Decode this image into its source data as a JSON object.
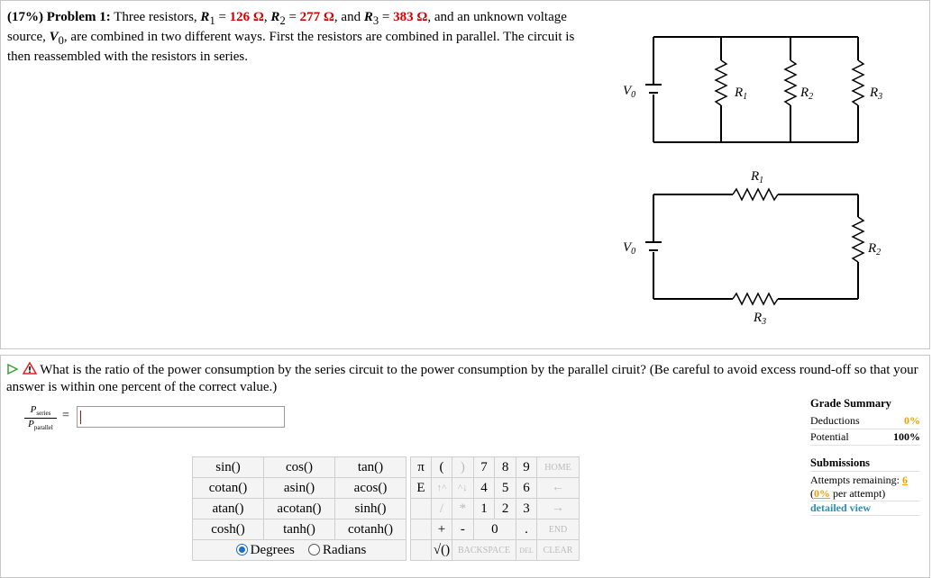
{
  "problem": {
    "percent": "(17%)",
    "label": "Problem 1:",
    "t1": "Three resistors,",
    "r1_sym": "R",
    "r1_sub": "1",
    "r1_val": "126 Ω",
    "r2_sym": "R",
    "r2_sub": "2",
    "r2_val": "277 Ω",
    "and": ", and",
    "r3_sym": "R",
    "r3_sub": "3",
    "r3_val": "383 Ω",
    "t2": ", and an unknown voltage source,",
    "v_sym": "V",
    "v_sub": "0",
    "t3": ", are combined in two different ways. First the resistors are combined in parallel. The circuit is then reassembled with the resistors in series."
  },
  "circuit_labels": {
    "v0": "V",
    "v0_sub": "0",
    "r": "R",
    "sub1": "1",
    "sub2": "2",
    "sub3": "3"
  },
  "question": {
    "text": "What is the ratio of the power consumption by the series circuit to the power consumption by the parallel ciruit? (Be careful to avoid excess round-off so that your answer is within one percent of the correct value.)",
    "lhs_num": "P",
    "lhs_num_sub": "series",
    "lhs_den": "P",
    "lhs_den_sub": "parallel",
    "equals": "=",
    "answer_value": ""
  },
  "grade_summary": {
    "title": "Grade Summary",
    "deductions_label": "Deductions",
    "deductions_value": "0%",
    "potential_label": "Potential",
    "potential_value": "100%"
  },
  "submissions": {
    "title": "Submissions",
    "attempts_label": "Attempts remaining:",
    "attempts_value": "6",
    "per_open": "(",
    "per_value": "0%",
    "per_label": "per attempt)",
    "detail_link": "detailed view"
  },
  "functions": [
    [
      "sin()",
      "cos()",
      "tan()"
    ],
    [
      "cotan()",
      "asin()",
      "acos()"
    ],
    [
      "atan()",
      "acotan()",
      "sinh()"
    ],
    [
      "cosh()",
      "tanh()",
      "cotanh()"
    ]
  ],
  "angle_mode": {
    "degrees": "Degrees",
    "radians": "Radians",
    "selected": "degrees"
  },
  "keypad": {
    "pi": "π",
    "lparen": "(",
    "rparen": ")",
    "k7": "7",
    "k8": "8",
    "k9": "9",
    "home": "HOME",
    "e": "E",
    "up": "↑^",
    "down": "^↓",
    "k4": "4",
    "k5": "5",
    "k6": "6",
    "left": "←",
    "slash": "/",
    "star": "*",
    "k1": "1",
    "k2": "2",
    "k3": "3",
    "right": "→",
    "plus": "+",
    "minus": "-",
    "k0": "0",
    "dot": ".",
    "end": "END",
    "sqrt": "√()",
    "backspace": "BACKSPACE",
    "del": "DEL",
    "clear": "CLEAR"
  },
  "colors": {
    "value_red": "#d40000",
    "accent_orange": "#f0a000",
    "link_blue": "#2a8fb5",
    "play_green": "#3aa13a",
    "warning_red": "#e02020"
  },
  "icons": [
    "play-icon",
    "warning-icon"
  ]
}
